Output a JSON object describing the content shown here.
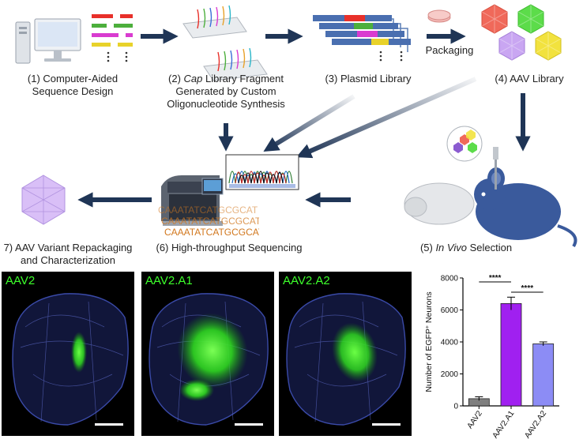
{
  "workflow": {
    "step1": {
      "line1": "(1) Computer-Aided",
      "line2": "Sequence Design"
    },
    "step2": {
      "prefix": "(2) ",
      "italic": "Cap",
      "suffix": " Library Fragment",
      "line2": "Generated by Custom",
      "line3": "Oligonucleotide Synthesis"
    },
    "step3": {
      "line1": "(3) Plasmid Library"
    },
    "step4": {
      "line1": "(4) AAV Library"
    },
    "packaging": "Packaging",
    "step5": {
      "prefix": "(5) ",
      "italic": "In Vivo",
      "suffix": " Selection"
    },
    "step6": {
      "line1": "(6) High-throughput Sequencing"
    },
    "step7": {
      "line1": "7) AAV Variant Repackaging",
      "line2": "and Characterization"
    },
    "seq_text": "CAAATATCATGCGCAT"
  },
  "panels": [
    {
      "title": "AAV2"
    },
    {
      "title": "AAV2.A1"
    },
    {
      "title": "AAV2.A2"
    }
  ],
  "colors": {
    "arrow": "#1f3556",
    "capsid_red": "#f0695a",
    "capsid_green": "#5cdc4a",
    "capsid_purple": "#c9a6f2",
    "capsid_yellow": "#f2e23e",
    "mouse": "#3a5a9c",
    "egfp_green": "#3dff2b"
  },
  "chart_data": {
    "type": "bar",
    "categories": [
      "AAV2",
      "AAV2.A1",
      "AAV2.A2"
    ],
    "values": [
      450,
      6400,
      3880
    ],
    "errors": [
      120,
      400,
      120
    ],
    "colors": [
      "#7f7f7f",
      "#a020f0",
      "#8c8cf5"
    ],
    "ylabel_pre": "Number of EGFP",
    "ylabel_sup": "+",
    "ylabel_post": " Neurons",
    "ylim": [
      0,
      8000
    ],
    "yticks": [
      0,
      2000,
      4000,
      6000,
      8000
    ],
    "significance": [
      {
        "from": 0,
        "to": 1,
        "label": "****"
      },
      {
        "from": 1,
        "to": 2,
        "label": "****"
      }
    ]
  }
}
